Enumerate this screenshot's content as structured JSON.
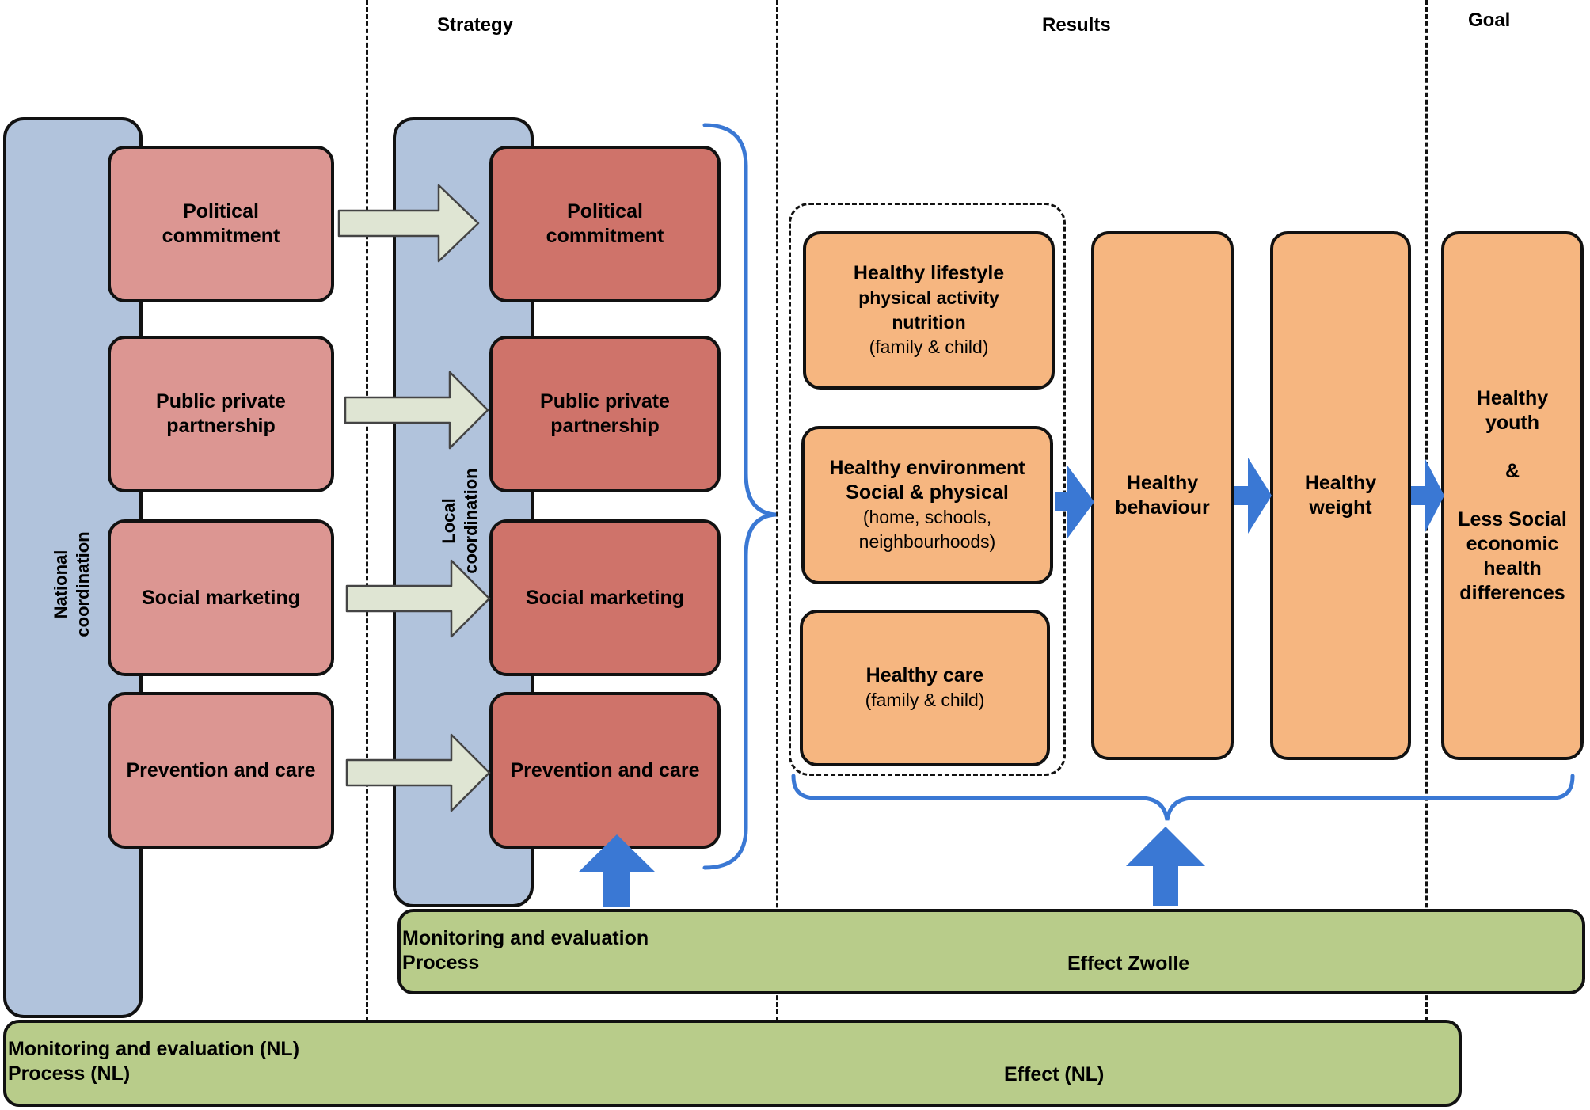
{
  "headers": {
    "strategy": "Strategy",
    "results": "Results",
    "goal": "Goal"
  },
  "national": {
    "label_line1": "National",
    "label_line2": "coordination",
    "items": [
      {
        "line1": "Political",
        "line2": "commitment"
      },
      {
        "line1": "Public private",
        "line2": "partnership"
      },
      {
        "line1": "Social marketing",
        "line2": ""
      },
      {
        "line1": "Prevention and care",
        "line2": ""
      }
    ]
  },
  "local": {
    "label_line1": "Local",
    "label_line2": "coordination",
    "items": [
      {
        "line1": "Political",
        "line2": "commitment"
      },
      {
        "line1": "Public private",
        "line2": "partnership"
      },
      {
        "line1": "Social marketing",
        "line2": ""
      },
      {
        "line1": "Prevention and care",
        "line2": ""
      }
    ]
  },
  "results": {
    "lifestyle": {
      "title": "Healthy lifestyle",
      "line2": "physical activity",
      "line3": "nutrition",
      "sub": "(family & child)"
    },
    "environment": {
      "title": "Healthy environment",
      "line2": "Social & physical",
      "sub1": "(home, schools,",
      "sub2": "neighbourhoods)"
    },
    "care": {
      "title": "Healthy care",
      "sub": "(family & child)"
    },
    "behaviour": {
      "line1": "Healthy",
      "line2": "behaviour"
    },
    "weight": {
      "line1": "Healthy",
      "line2": "weight"
    }
  },
  "goal": {
    "line1": "Healthy",
    "line2": "youth",
    "amp": "&",
    "line3": "Less Social",
    "line4": "economic",
    "line5": "health",
    "line6": "differences"
  },
  "monitoring_local": {
    "line1": "Monitoring and evaluation",
    "line2": "Process",
    "effect": "Effect  Zwolle"
  },
  "monitoring_national": {
    "line1": "Monitoring and evaluation (NL)",
    "line2": "Process (NL)",
    "effect": "Effect (NL)"
  },
  "colors": {
    "coordination": "#b1c3dc",
    "national_box": "#dc9692",
    "local_box": "#cf736a",
    "result_box": "#f6b680",
    "monitoring": "#b8cc8a",
    "blue_arrow": "#3a78d4",
    "grey_arrow": "#dfe5d3"
  }
}
